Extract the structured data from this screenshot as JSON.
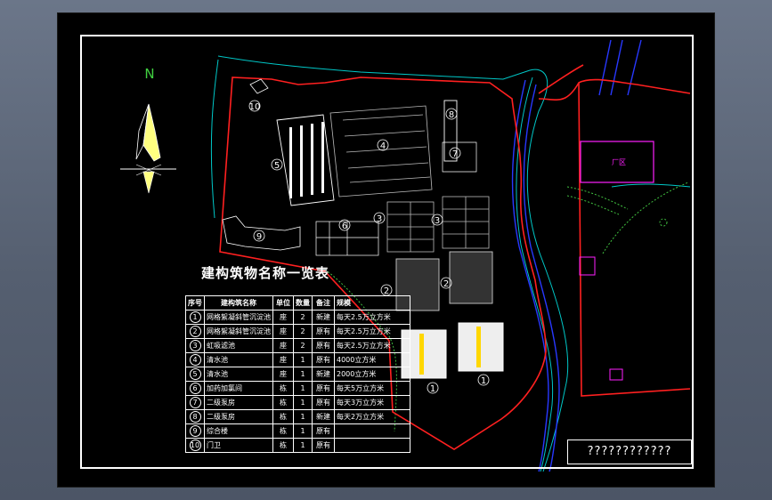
{
  "app": {
    "background_color": "#5a6577",
    "canvas_color": "#000000"
  },
  "north_arrow": {
    "label": "N"
  },
  "table": {
    "title": "建构筑物名称一览表",
    "headers": {
      "no": "序号",
      "name": "建构筑名称",
      "unit": "单位",
      "qty": "数量",
      "note": "备注",
      "scale": "规模"
    },
    "rows": [
      {
        "no": "1",
        "name": "网格絮凝斜管沉淀池",
        "unit": "座",
        "qty": "2",
        "note": "新建",
        "scale": "每天2.5万立方米"
      },
      {
        "no": "2",
        "name": "网格絮凝斜管沉淀池",
        "unit": "座",
        "qty": "2",
        "note": "原有",
        "scale": "每天2.5万立方米"
      },
      {
        "no": "3",
        "name": "虹吸滤池",
        "unit": "座",
        "qty": "2",
        "note": "原有",
        "scale": "每天2.5万立方米"
      },
      {
        "no": "4",
        "name": "清水池",
        "unit": "座",
        "qty": "1",
        "note": "原有",
        "scale": "4000立方米"
      },
      {
        "no": "5",
        "name": "清水池",
        "unit": "座",
        "qty": "1",
        "note": "新建",
        "scale": "2000立方米"
      },
      {
        "no": "6",
        "name": "加药加氯间",
        "unit": "栋",
        "qty": "1",
        "note": "原有",
        "scale": "每天5万立方米"
      },
      {
        "no": "7",
        "name": "二级泵房",
        "unit": "栋",
        "qty": "1",
        "note": "原有",
        "scale": "每天3万立方米"
      },
      {
        "no": "8",
        "name": "二级泵房",
        "unit": "栋",
        "qty": "1",
        "note": "新建",
        "scale": "每天2万立方米"
      },
      {
        "no": "9",
        "name": "综合楼",
        "unit": "栋",
        "qty": "1",
        "note": "原有",
        "scale": ""
      },
      {
        "no": "10",
        "name": "门卫",
        "unit": "栋",
        "qty": "1",
        "note": "原有",
        "scale": ""
      }
    ]
  },
  "map_labels": {
    "building_1a": "1",
    "building_1b": "1",
    "building_2a": "2",
    "building_2b": "2",
    "building_3a": "3",
    "building_3b": "3",
    "building_4": "4",
    "building_5": "5",
    "building_6": "6",
    "building_7": "7",
    "building_8": "8",
    "building_9": "9",
    "building_10": "10",
    "factory": "厂区"
  },
  "title_block": {
    "text": "????????????"
  },
  "colors": {
    "boundary": "#ff2020",
    "road": "#00c8c8",
    "river": "#2040ff",
    "greenbelt": "#40c040",
    "magenta": "#ff20ff",
    "north_fill": "#ffff80"
  }
}
